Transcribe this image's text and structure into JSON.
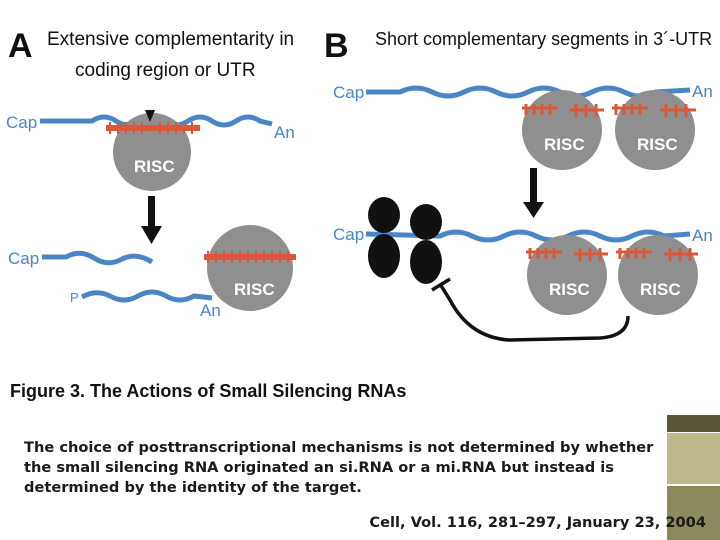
{
  "panel_a": {
    "letter": "A",
    "title_line1": "Extensive complementarity in",
    "title_line2": "coding region or UTR",
    "cap_top": "Cap",
    "an_top": "An",
    "risc_top": "RISC",
    "cap_bottom": "Cap",
    "p_bottom": "P",
    "an_bottom": "An",
    "risc_bottom": "RISC"
  },
  "panel_b": {
    "letter": "B",
    "title": "Short complementary segments in 3´-UTR",
    "cap_top": "Cap",
    "an_top": "An",
    "risc_1": "RISC",
    "risc_2": "RISC",
    "cap_bottom": "Cap",
    "an_bottom": "An",
    "risc_3": "RISC",
    "risc_4": "RISC"
  },
  "figure_caption": "Figure 3. The Actions of Small Silencing RNAs",
  "description": "The choice of posttranscriptional mechanisms is not determined by whether the small silencing RNA originated an si.RNA or a mi.RNA but instead is determined by the identity of the target.",
  "citation": "Cell, Vol. 116, 281–297, January 23, 2004",
  "colors": {
    "mrna_blue": "#4a86c5",
    "sirna_red": "#d9583a",
    "risc_gray": "#8f8f8f",
    "ribosome_black": "#111111",
    "deco_olive": "#8c8a5c",
    "deco_khaki": "#bdb98a",
    "deco_dark": "#5a5838"
  }
}
